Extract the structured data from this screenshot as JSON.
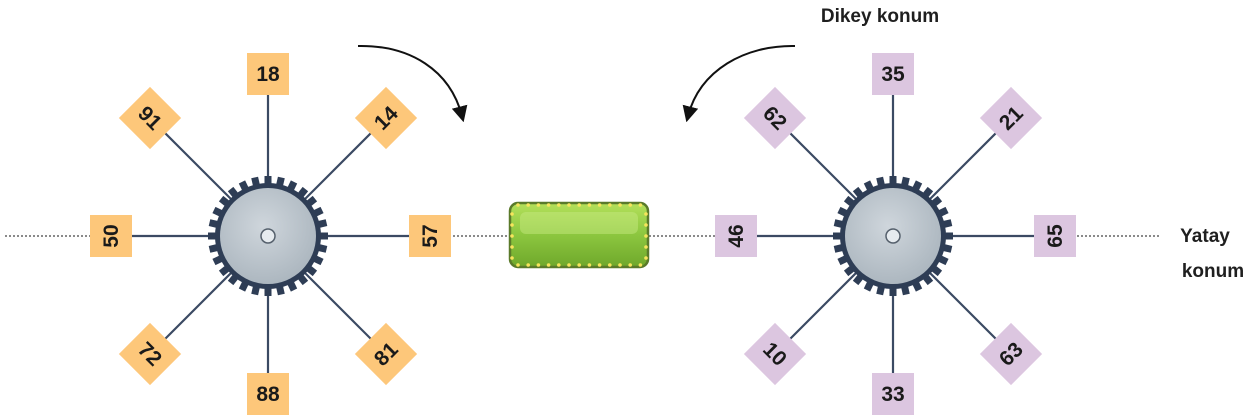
{
  "labels": {
    "vertical_position": "Dikey konum",
    "horizontal_position_line1": "Yatay",
    "horizontal_position_line2": "konum"
  },
  "colors": {
    "left_card": "#fdc77a",
    "right_card": "#dcc6e0",
    "gear": "#b4bfc7",
    "gear_teeth": "#2e3d55",
    "spoke": "#3b4a63",
    "button_green": "#8cc63f",
    "button_border": "#5a7a2a",
    "dot": "#f7e45c"
  },
  "left_wheel": {
    "rotation": "clockwise",
    "cards": {
      "top": "18",
      "top_right": "14",
      "right": "57",
      "bottom_right": "81",
      "bottom": "88",
      "bottom_left": "72",
      "left": "50",
      "top_left": "91"
    }
  },
  "right_wheel": {
    "rotation": "counterclockwise",
    "cards": {
      "top": "35",
      "top_right": "21",
      "right": "65",
      "bottom_right": "63",
      "bottom": "33",
      "bottom_left": "10",
      "left": "46",
      "top_left": "62"
    }
  }
}
